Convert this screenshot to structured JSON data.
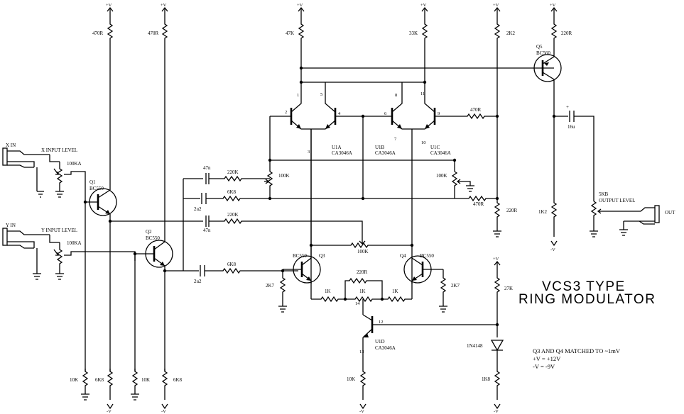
{
  "title": {
    "line1": "VCS3 TYPE",
    "line2": "RING MODULATOR"
  },
  "notes": [
    "Q3 AND Q4 MATCHED TO ~1mV",
    "+V = +12V",
    "-V = -9V"
  ],
  "rails": {
    "pos": "+V",
    "neg": "-V"
  },
  "io": {
    "x_in": "X IN",
    "y_in": "Y IN",
    "out": "OUT"
  },
  "controls": {
    "x_level": "X INPUT LEVEL",
    "y_level": "Y INPUT LEVEL",
    "out_level": "OUTPUT LEVEL",
    "x_pot": "100KA",
    "y_pot": "100KA",
    "out_pot": "5KB"
  },
  "transistors": {
    "q1": {
      "name": "Q1",
      "part": "BC550"
    },
    "q2": {
      "name": "Q2",
      "part": "BC550"
    },
    "q3": {
      "name": "Q3",
      "part": "BC550"
    },
    "q4": {
      "name": "Q4",
      "part": "BC550"
    },
    "q5": {
      "name": "Q5",
      "part": "BC560"
    },
    "u1a": {
      "name": "U1A",
      "part": "CA3046A"
    },
    "u1b": {
      "name": "U1B",
      "part": "CA3046A"
    },
    "u1c": {
      "name": "U1C",
      "part": "CA3046A"
    },
    "u1d": {
      "name": "U1D",
      "part": "CA3046A"
    }
  },
  "pins": {
    "p1": "1",
    "p2": "2",
    "p3": "3",
    "p4": "4",
    "p5": "5",
    "p6": "6",
    "p7": "7",
    "p8": "8",
    "p9": "9",
    "p10": "10",
    "p11": "11",
    "p12": "12",
    "p13": "13",
    "p14": "14"
  },
  "resistors": {
    "q1_top": "470R",
    "q2_top": "470R",
    "u1_top_l": "47K",
    "u1_top_r": "33K",
    "u1_top_rr": "2K2",
    "q5_top": "220R",
    "r_470_u1c": "470R",
    "r_470_b": "470R",
    "r_220_r": "220R",
    "r_1k2": "1K2",
    "r_220k_1": "220K",
    "r_6k8_1": "6K8",
    "r_220k_2": "220K",
    "r_6k8_2": "6K8",
    "trim_100k_1": "100K",
    "trim_100k_2": "100K",
    "trim_100k_3": "100K",
    "r_2k7_l": "2K7",
    "r_2k7_r": "2K7",
    "r_1k_l": "1K",
    "r_1k_r": "1K",
    "r_1k_m": "1K",
    "r_220r_m": "220R",
    "r_27k": "27K",
    "r_1k8": "1K8",
    "r_10k_1": "10K",
    "r_6k8_b1": "6K8",
    "r_10k_2": "10K",
    "r_6k8_b2": "6K8",
    "r_10k_3": "10K"
  },
  "capacitors": {
    "c47n_1": "47n",
    "c2u2_1": "2u2",
    "c47n_2": "47n",
    "c2u2_2": "2u2",
    "c16u": "16u"
  },
  "diode": "1N4148"
}
